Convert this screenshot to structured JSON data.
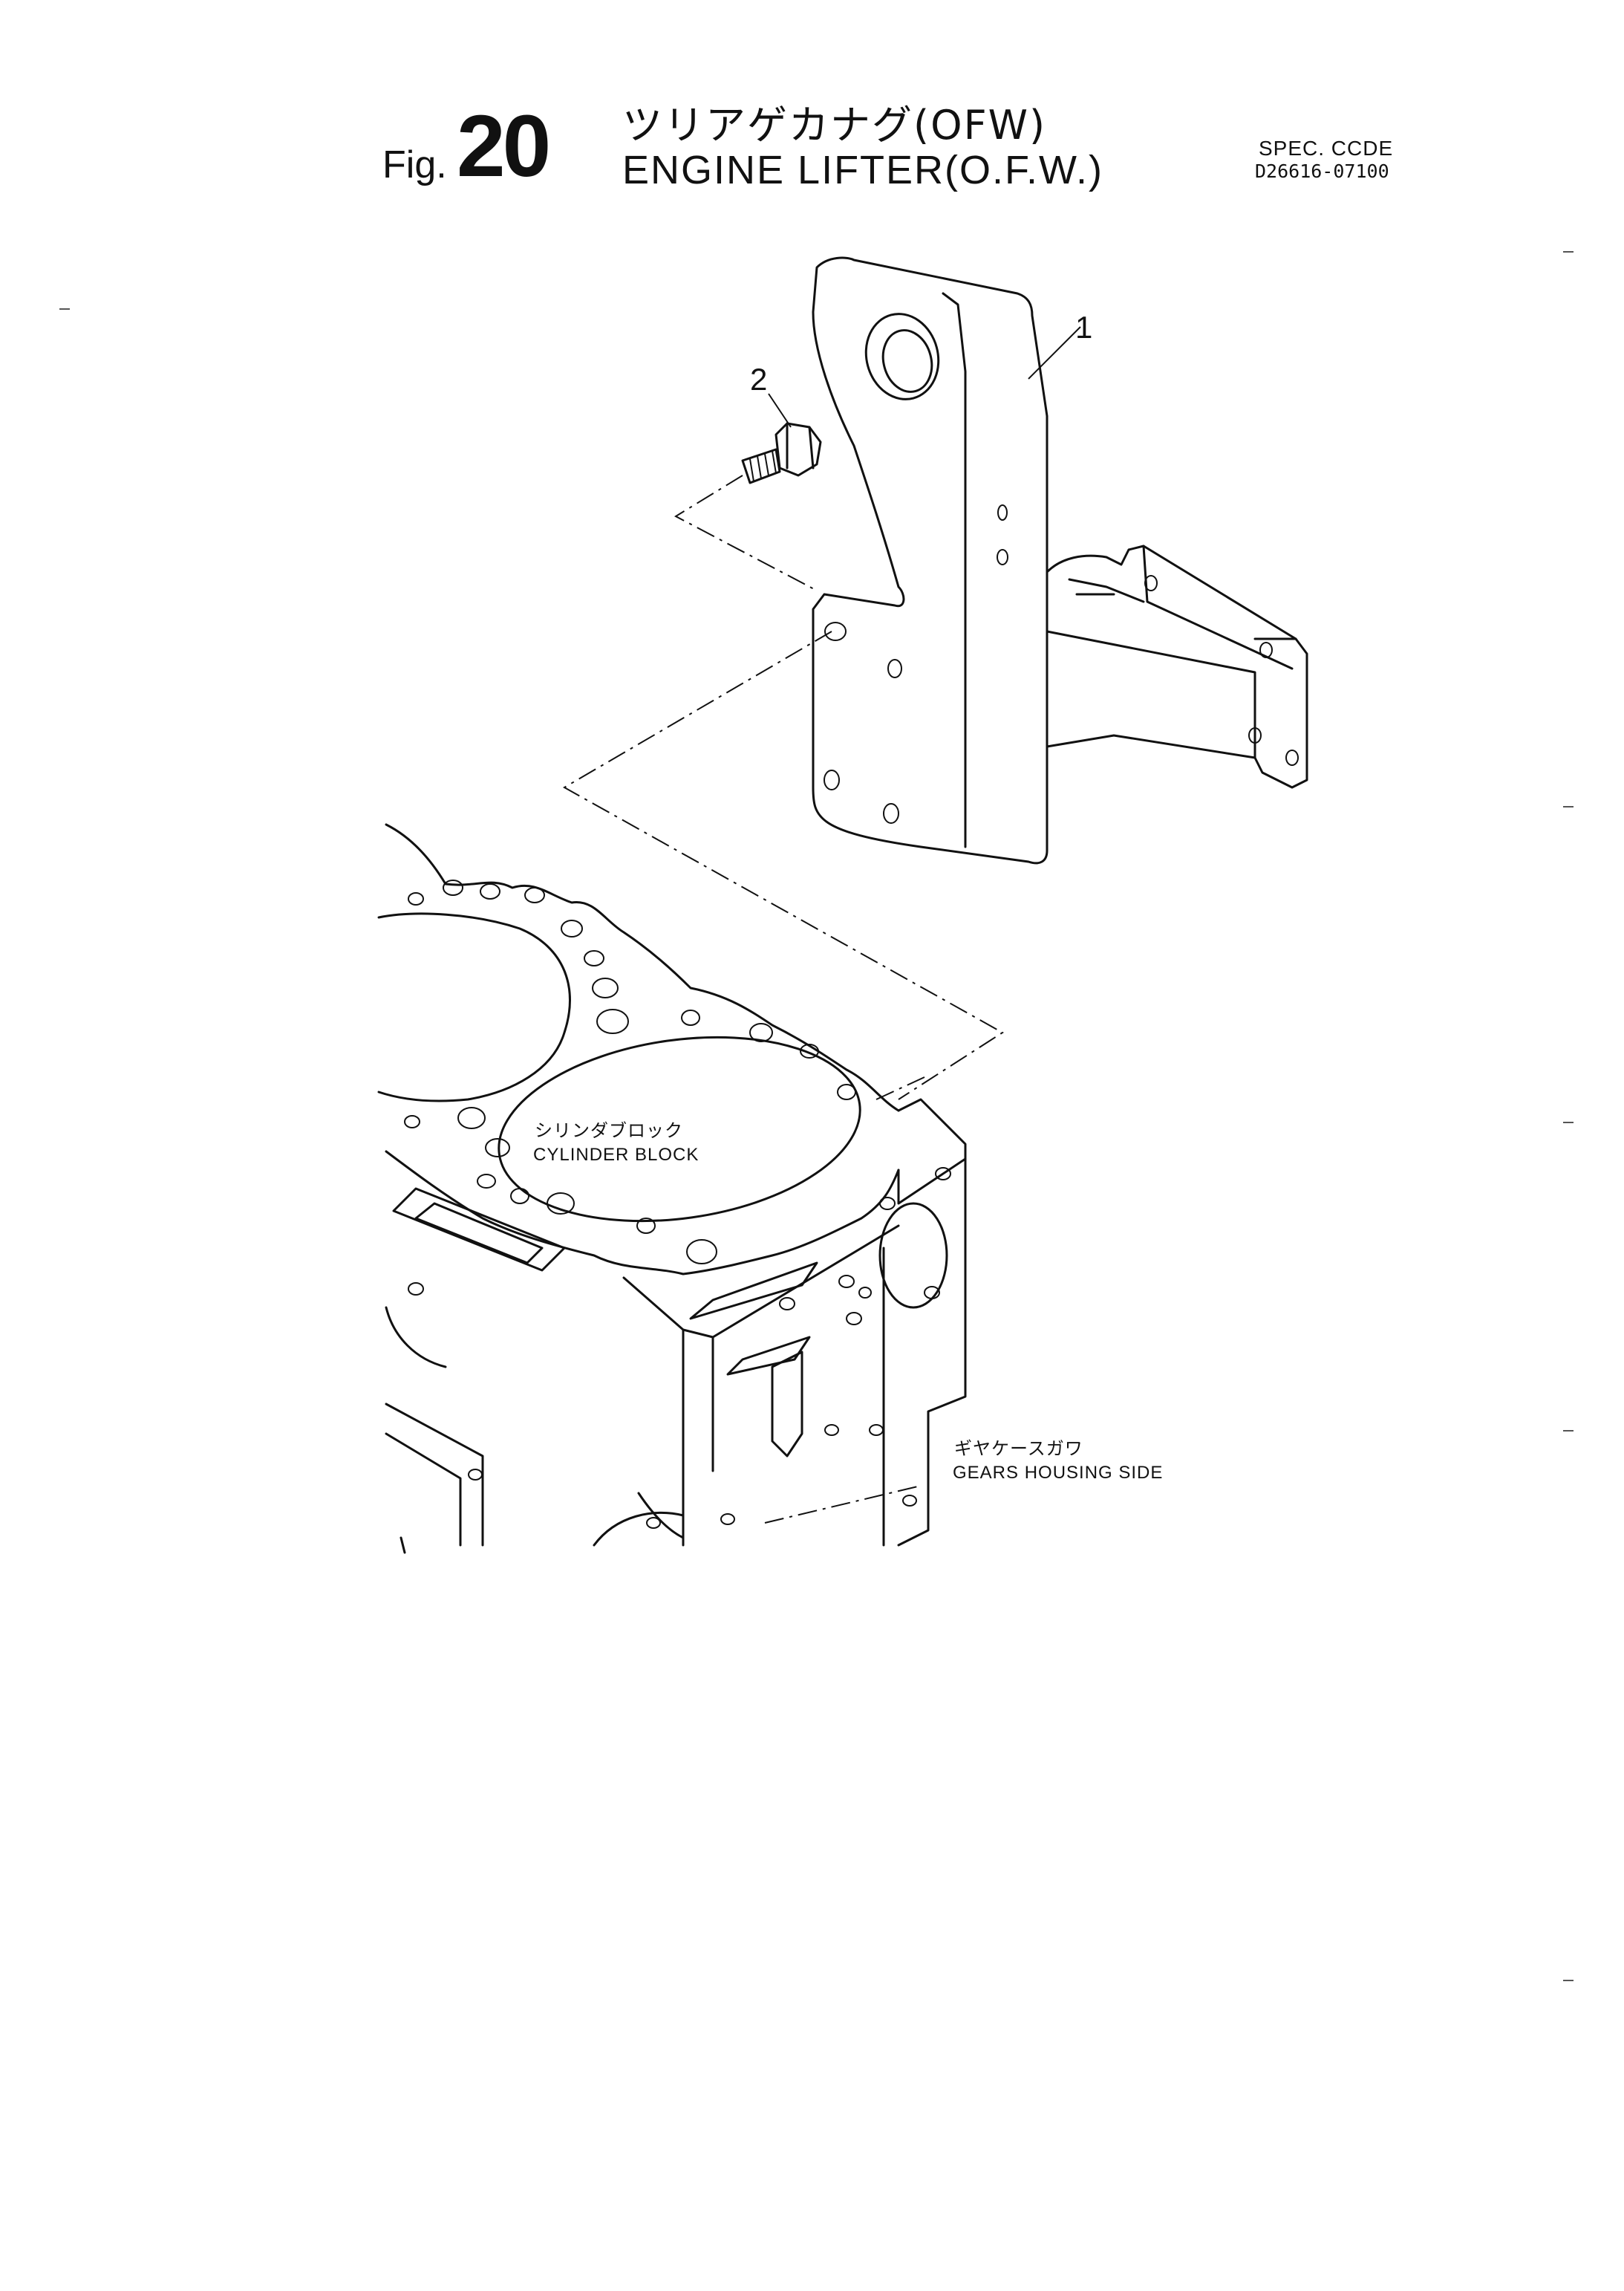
{
  "header": {
    "fig_prefix": "Fig.",
    "fig_number": "20",
    "title_jp": "ツリアゲカナグ(OFW)",
    "title_en": "ENGINE LIFTER(O.F.W.)",
    "spec_label": "SPEC. CCDE",
    "spec_code": "D26616-07100"
  },
  "callouts": [
    {
      "id": "part-1",
      "label": "1"
    },
    {
      "id": "part-2",
      "label": "2"
    }
  ],
  "annotations": {
    "cylinder_block_jp": "シリンダブロック",
    "cylinder_block_en": "CYLINDER BLOCK",
    "gears_side_jp": "ギヤケースガワ",
    "gears_side_en": "GEARS HOUSING SIDE"
  },
  "colors": {
    "ink": "#111111",
    "paper": "#ffffff"
  }
}
